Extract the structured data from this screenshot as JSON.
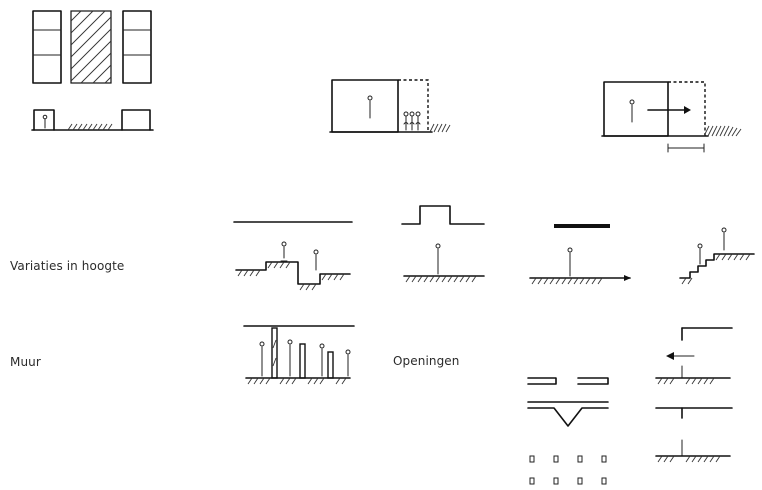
{
  "labels": {
    "height_variations": "Variaties in hoogte",
    "wall": "Muur",
    "openings": "Openingen"
  },
  "icons": [
    "facade-building-sketch",
    "canopy-extension-sketch",
    "projection-arrow-sketch",
    "stepped-ground-sketch",
    "raised-roof-sketch",
    "flat-canopy-sketch",
    "stair-platform-sketch",
    "wall-posts-sketch",
    "wall-openings-sketch",
    "sliding-panel-sketch"
  ],
  "colors": {
    "ink": "#111111",
    "label": "#2b2b2b",
    "background": "#ffffff"
  }
}
